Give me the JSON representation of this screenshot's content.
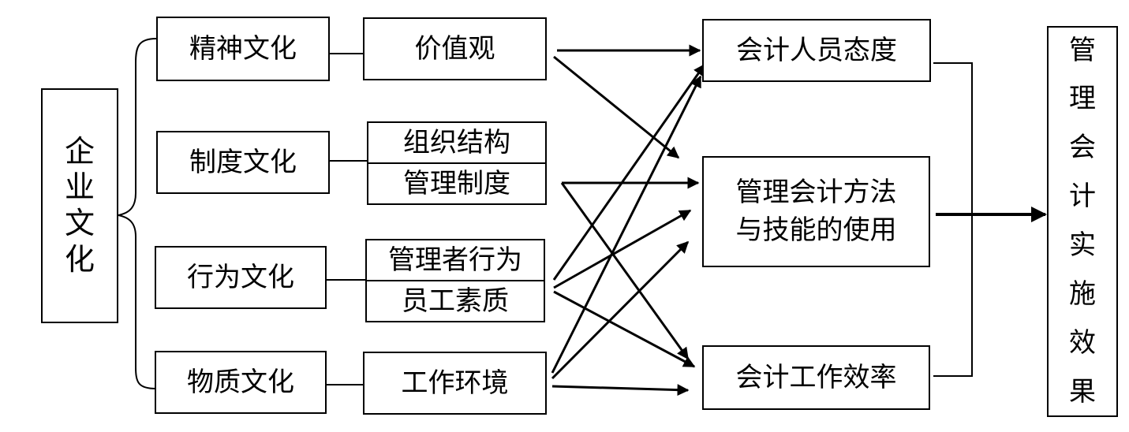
{
  "root": {
    "chars": [
      "企",
      "业",
      "文",
      "化"
    ]
  },
  "culture_types": [
    "精神文化",
    "制度文化",
    "行为文化",
    "物质文化"
  ],
  "culture_elements": {
    "spiritual": [
      "价值观"
    ],
    "institutional": [
      "组织结构",
      "管理制度"
    ],
    "behavioral": [
      "管理者行为",
      "员工素质"
    ],
    "material": [
      "工作环境"
    ]
  },
  "outcomes": {
    "attitude": "会计人员态度",
    "methods": [
      "管理会计方法",
      "与技能的使用"
    ],
    "efficiency": "会计工作效率"
  },
  "result": {
    "chars": [
      "管",
      "理",
      "会",
      "计",
      "实",
      "施",
      "效",
      "果"
    ]
  }
}
